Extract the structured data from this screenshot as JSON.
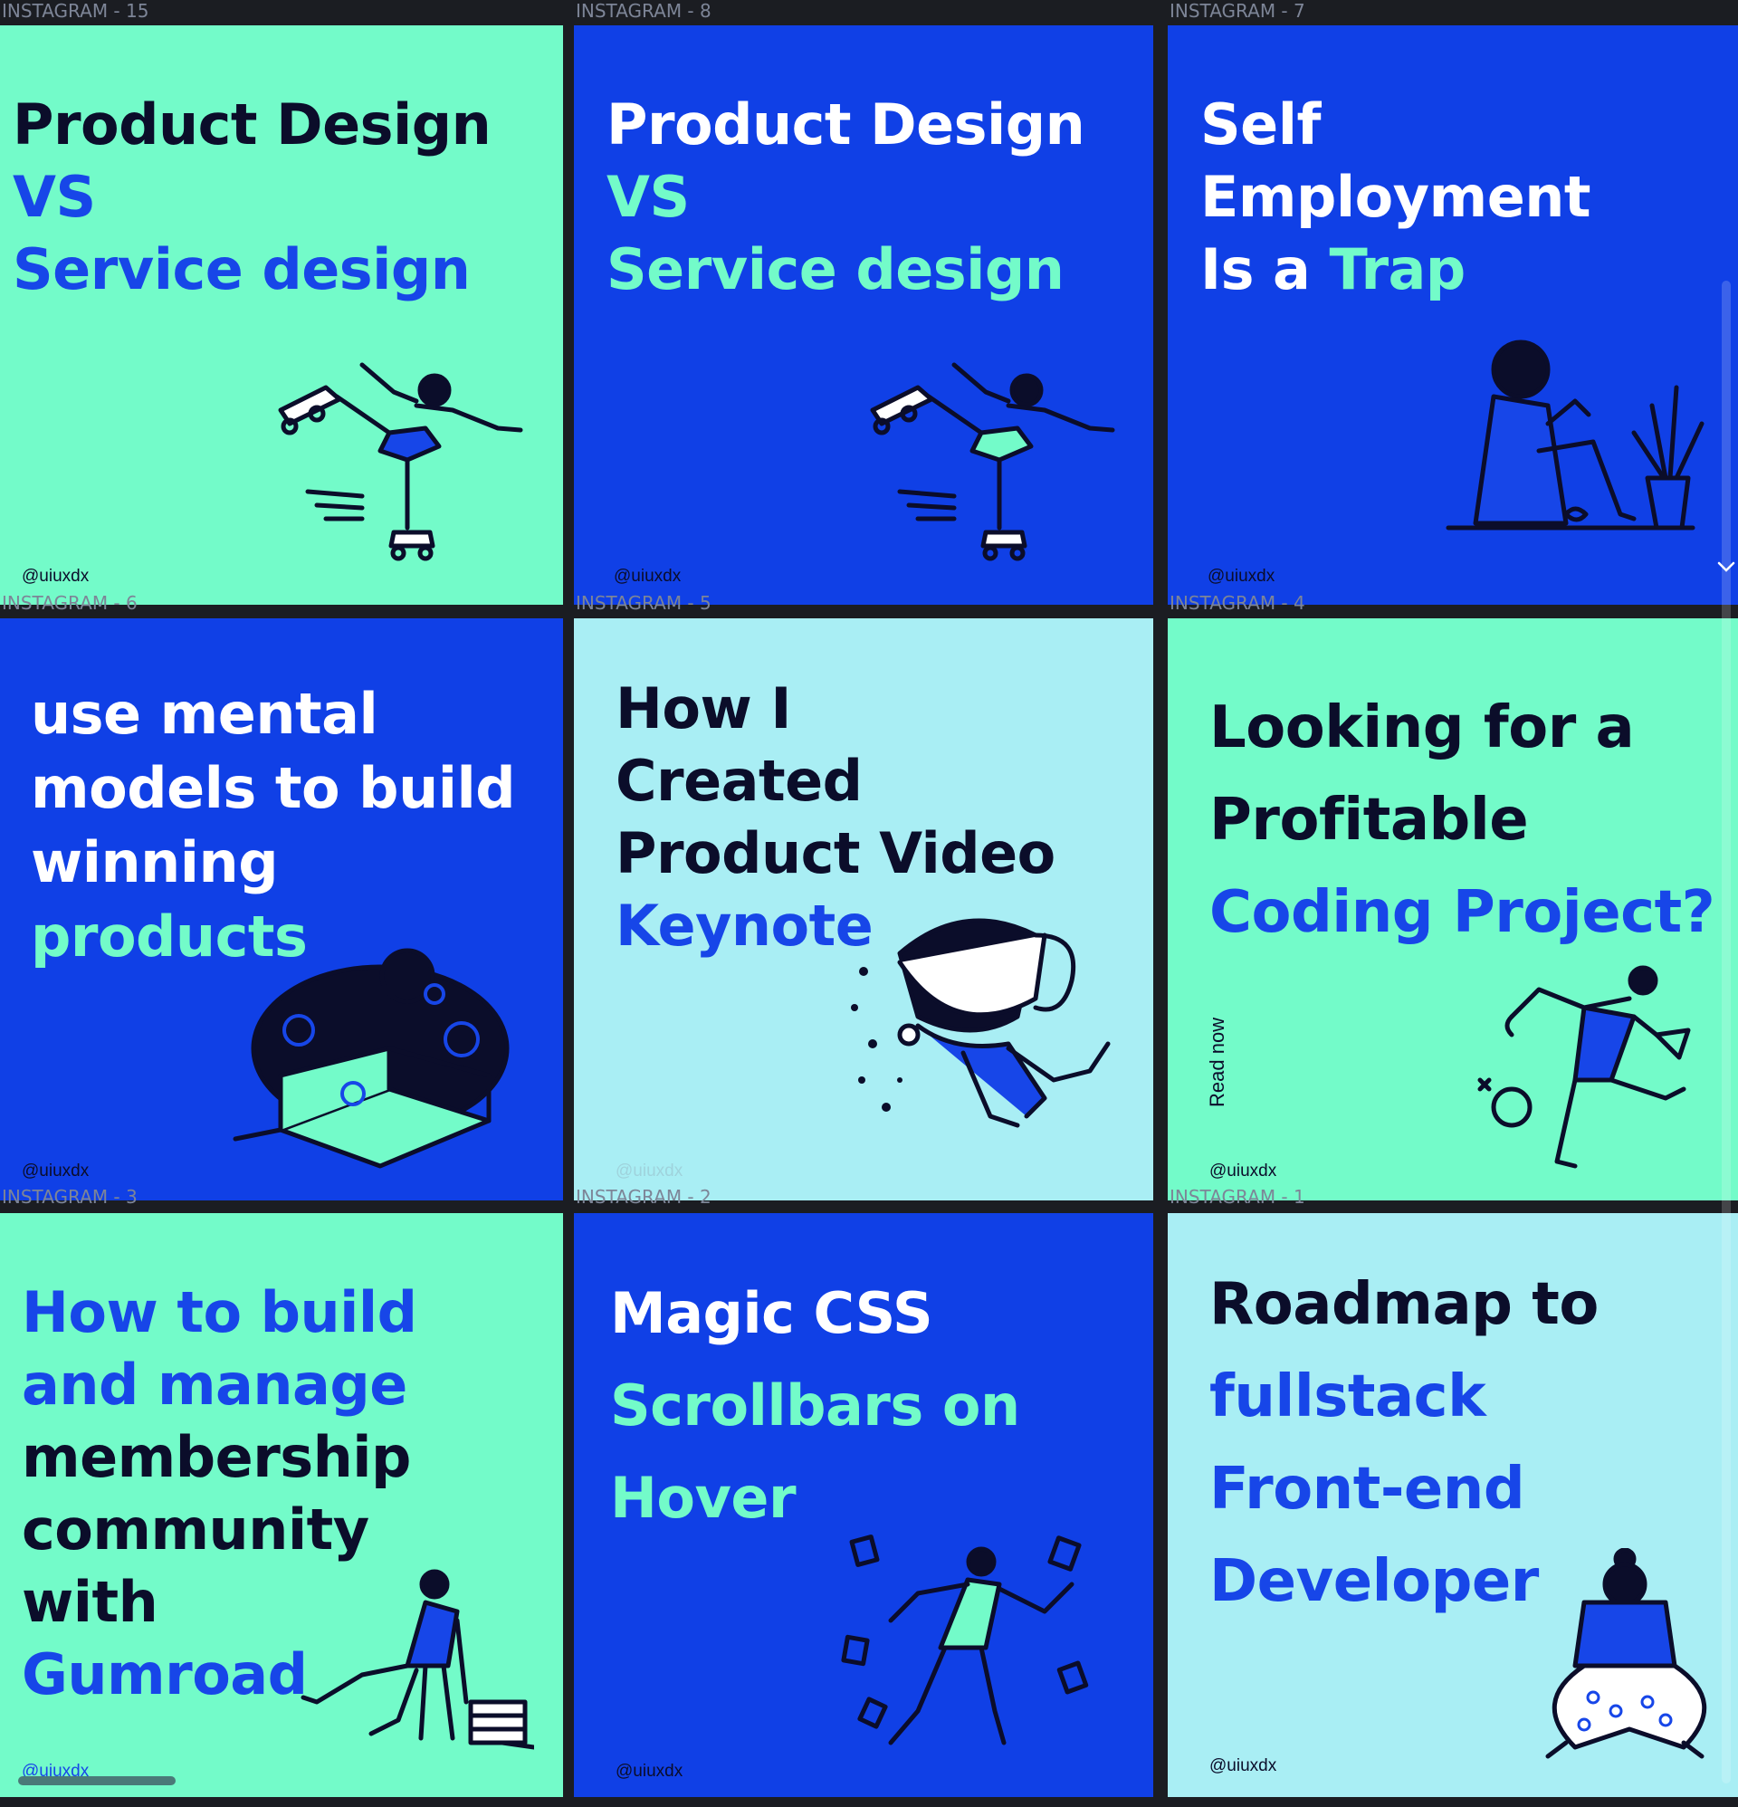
{
  "frames": [
    {
      "label": "INSTAGRAM - 15",
      "theme": "mint",
      "handle": "@uiuxdx",
      "headline": [
        {
          "text": "Product Design",
          "color": "dark"
        },
        {
          "text": "VS",
          "color": "blue"
        },
        {
          "text": "Service design",
          "color": "blue"
        }
      ],
      "illustration": "roller-skater-icon"
    },
    {
      "label": "INSTAGRAM - 8",
      "theme": "blue",
      "handle": "@uiuxdx",
      "headline": [
        {
          "text": "Product Design",
          "color": "white"
        },
        {
          "text": "VS",
          "color": "mint"
        },
        {
          "text": "Service design",
          "color": "mint"
        }
      ],
      "illustration": "roller-skater-icon"
    },
    {
      "label": "INSTAGRAM - 7",
      "theme": "blue",
      "handle": "@uiuxdx",
      "headline": [
        {
          "text": "Self",
          "color": "white"
        },
        {
          "text": "Employment",
          "color": "white"
        },
        {
          "text": "Is a",
          "color": "white",
          "suffix": "Trap",
          "suffix_color": "mint"
        }
      ],
      "illustration": "woman-reading-plant-icon"
    },
    {
      "label": "INSTAGRAM - 6",
      "theme": "blue",
      "handle": "@uiuxdx",
      "headline": [
        {
          "text": "use mental",
          "color": "white"
        },
        {
          "text": "models to build",
          "color": "white"
        },
        {
          "text": "winning",
          "color": "white"
        },
        {
          "text": "products",
          "color": "mint"
        }
      ],
      "illustration": "person-in-box-icon"
    },
    {
      "label": "INSTAGRAM - 5",
      "theme": "cyan",
      "handle": "@uiuxdx",
      "headline": [
        {
          "text": "How I",
          "color": "dark"
        },
        {
          "text": "Created",
          "color": "dark"
        },
        {
          "text": "Product Video",
          "color": "dark"
        },
        {
          "text": "Keynote",
          "color": "blue"
        }
      ],
      "illustration": "coffee-cup-splash-icon"
    },
    {
      "label": "INSTAGRAM - 4",
      "theme": "mint",
      "handle": "@uiuxdx",
      "read_now": "Read now",
      "headline": [
        {
          "text": "Looking for a",
          "color": "dark"
        },
        {
          "text": "Profitable",
          "color": "dark"
        },
        {
          "text": "Coding Project?",
          "color": "blue"
        }
      ],
      "illustration": "juggling-person-icon"
    },
    {
      "label": "INSTAGRAM - 3",
      "theme": "mint",
      "handle": "@uiuxdx",
      "headline": [
        {
          "text": "How to build",
          "color": "blue"
        },
        {
          "text": "and manage",
          "color": "blue"
        },
        {
          "text": "membership",
          "color": "dark"
        },
        {
          "text": "community",
          "color": "dark"
        },
        {
          "text": "with",
          "color": "dark"
        },
        {
          "text": "Gumroad",
          "color": "blue"
        }
      ],
      "illustration": "person-chair-books-icon"
    },
    {
      "label": "INSTAGRAM - 2",
      "theme": "blue",
      "handle": "@uiuxdx",
      "headline": [
        {
          "text": "Magic CSS",
          "color": "white"
        },
        {
          "text": "Scrollbars on",
          "color": "mint"
        },
        {
          "text": "Hover",
          "color": "mint"
        }
      ],
      "illustration": "dancing-person-papers-icon"
    },
    {
      "label": "INSTAGRAM - 1",
      "theme": "cyan",
      "handle": "@uiuxdx",
      "headline": [
        {
          "text": "Roadmap to",
          "color": "dark"
        },
        {
          "text": "fullstack",
          "color": "blue"
        },
        {
          "text": "Front-end",
          "color": "blue"
        },
        {
          "text": "Developer",
          "color": "blue"
        }
      ],
      "illustration": "sitting-reader-icon"
    }
  ],
  "colors": {
    "mint": "#73fbc9",
    "blue_bg": "#1040e6",
    "cyan": "#a9eef4",
    "dark_text": "#0b0d2a",
    "blue_text": "#1746e8",
    "white": "#ffffff"
  }
}
